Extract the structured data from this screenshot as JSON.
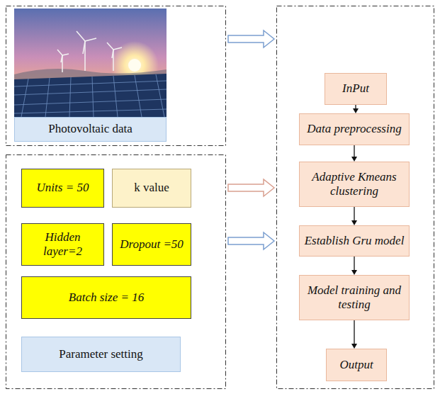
{
  "diagram": {
    "nodes": [
      {
        "text": [
          "Photovoltaic data"
        ]
      },
      {
        "text": [
          "Units = 50"
        ]
      },
      {
        "text": [
          "k value"
        ]
      },
      {
        "text": [
          "Hidden layer=2"
        ]
      },
      {
        "text": [
          "Dropout =50"
        ]
      },
      {
        "text": [
          "Batch size = 16"
        ]
      },
      {
        "text": [
          "Parameter setting"
        ]
      },
      {
        "text": [
          "InPut"
        ]
      },
      {
        "text": [
          "Data preprocessing"
        ]
      },
      {
        "text": [
          "Adaptive Kmeans clustering"
        ]
      },
      {
        "text": [
          "Establish Gru model"
        ]
      },
      {
        "text": [
          "Model training and testing"
        ]
      },
      {
        "text": [
          "Output"
        ]
      }
    ],
    "edges": [
      {
        "from": 7,
        "to": 8,
        "arrow": "to"
      },
      {
        "from": 8,
        "to": 9,
        "arrow": "to"
      },
      {
        "from": 9,
        "to": 10,
        "arrow": "to"
      },
      {
        "from": 10,
        "to": 11,
        "arrow": "to"
      },
      {
        "from": 11,
        "to": 12,
        "arrow": "to"
      }
    ]
  }
}
